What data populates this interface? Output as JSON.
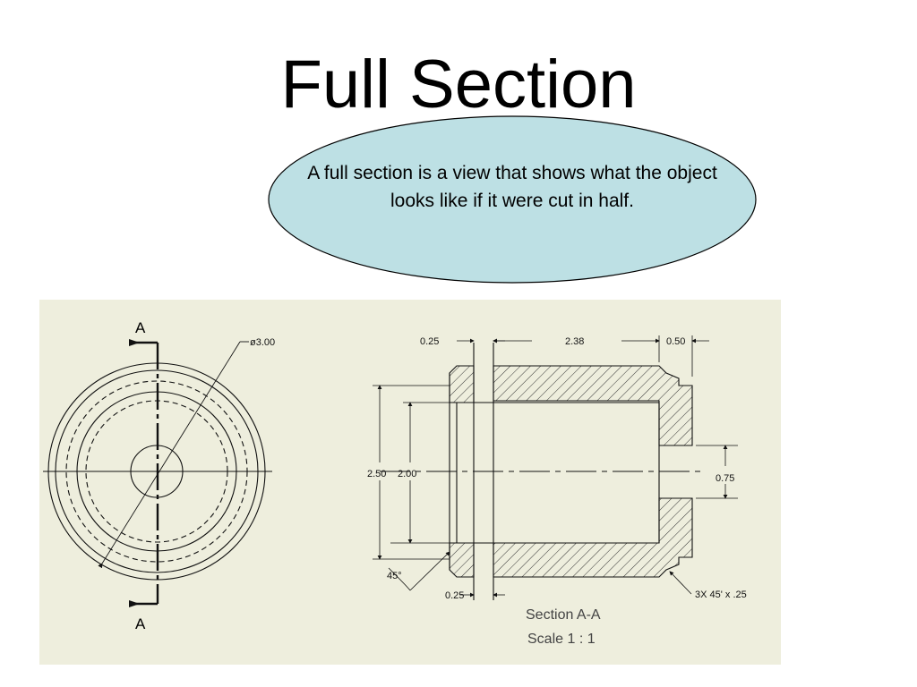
{
  "slide": {
    "title": "Full Section",
    "callout_text": "A full section is a view that shows what the object looks like if it were cut in half."
  },
  "drawing": {
    "background_color": "#eeeedd",
    "callout_fill": "#bde0e4",
    "cut_labels": {
      "top": "A",
      "bottom": "A"
    },
    "dimensions": {
      "diameter": "ø3.00",
      "left_flange": "0.25",
      "length": "2.38",
      "right_wall": "0.50",
      "outer_dia": "2.50",
      "bore_dia": "2.00",
      "hole_dia": "0.75",
      "bottom_flange": "0.25",
      "chamfer_angle": "45°",
      "chamfer_note": "3X 45' x .25"
    },
    "caption": {
      "line1": "Section A-A",
      "line2": "Scale  1 : 1"
    }
  }
}
